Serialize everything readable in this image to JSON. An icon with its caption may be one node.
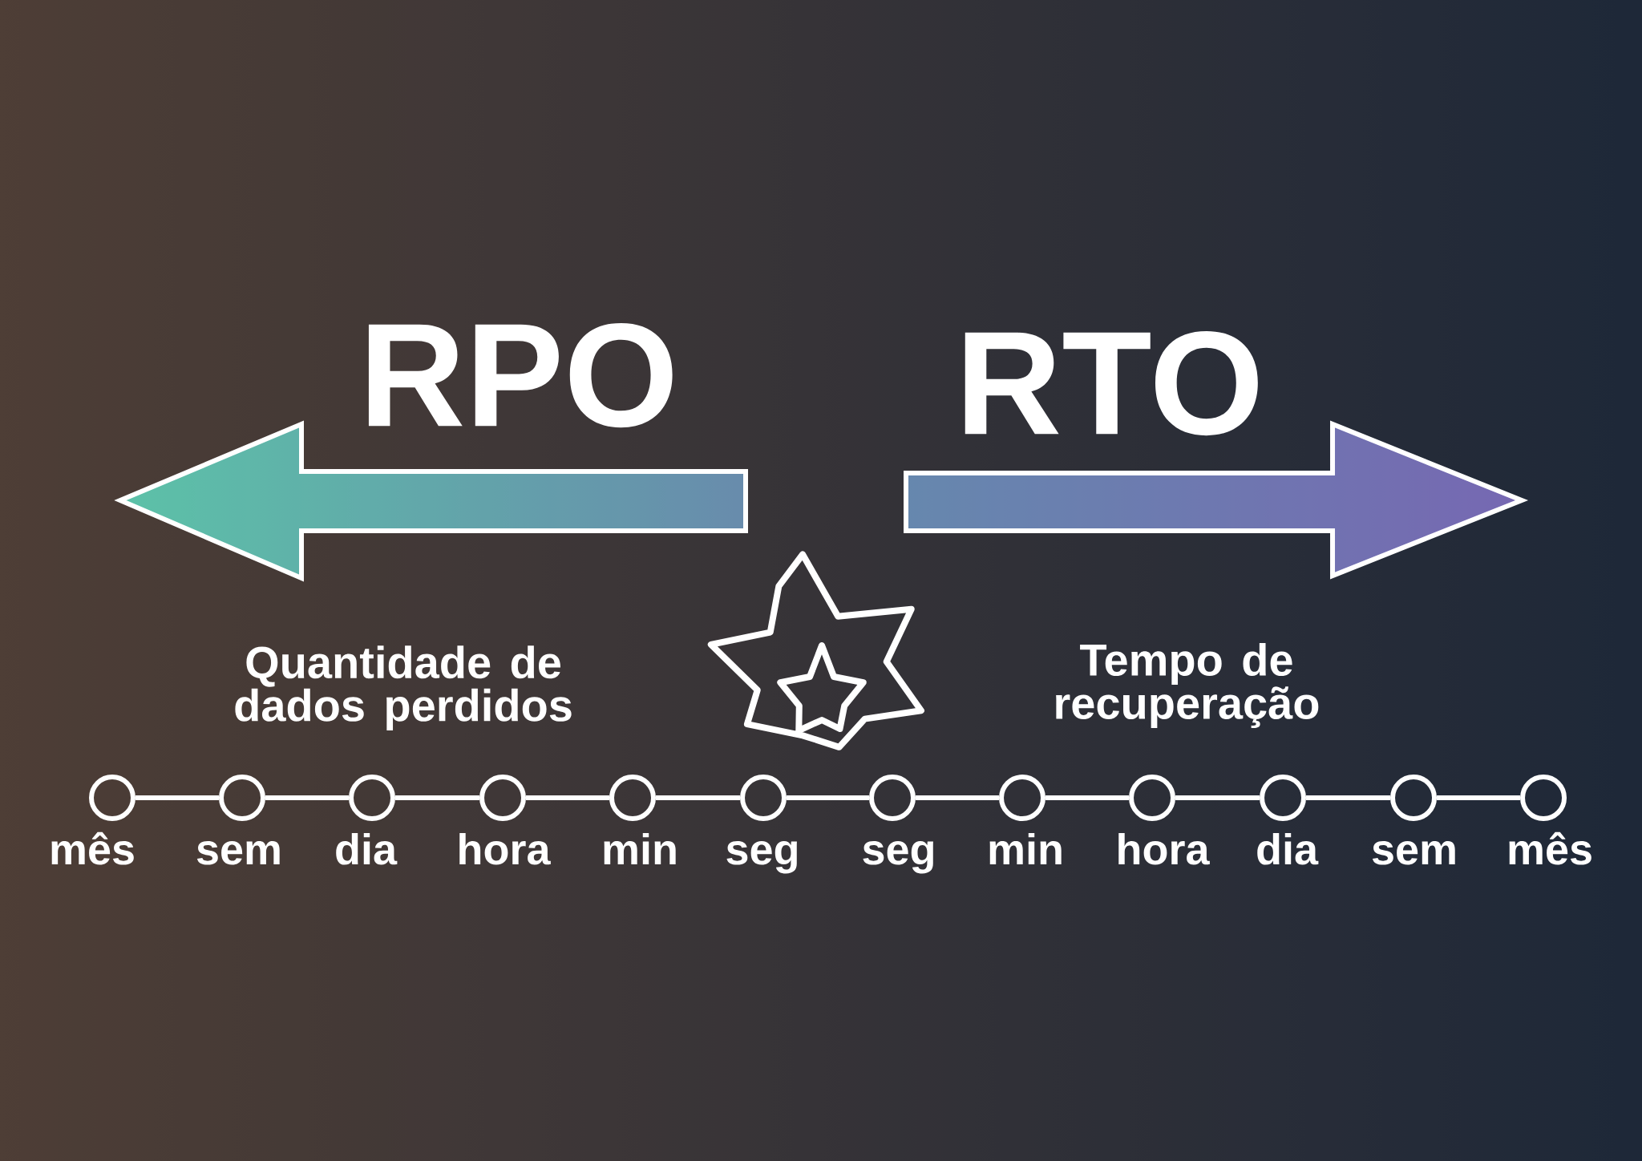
{
  "diagram": {
    "nodes": [
      {
        "text": [],
        "shape": "circle",
        "beside": [
          "mês"
        ]
      },
      {
        "text": [],
        "shape": "circle",
        "beside": [
          "sem"
        ]
      },
      {
        "text": [],
        "shape": "circle",
        "beside": [
          "dia"
        ]
      },
      {
        "text": [],
        "shape": "circle",
        "beside": [
          "hora"
        ]
      },
      {
        "text": [],
        "shape": "circle",
        "beside": [
          "min"
        ]
      },
      {
        "text": [],
        "shape": "circle",
        "beside": [
          "seg"
        ]
      },
      {
        "text": [],
        "shape": "circle",
        "beside": [
          "seg"
        ]
      },
      {
        "text": [],
        "shape": "circle",
        "beside": [
          "min"
        ]
      },
      {
        "text": [],
        "shape": "circle",
        "beside": [
          "hora"
        ]
      },
      {
        "text": [],
        "shape": "circle",
        "beside": [
          "dia"
        ]
      },
      {
        "text": [],
        "shape": "circle",
        "beside": [
          "sem"
        ]
      },
      {
        "text": [],
        "shape": "circle",
        "beside": [
          "mês"
        ]
      }
    ],
    "edges": [
      {
        "from": 0,
        "to": 1,
        "arrow": "none"
      },
      {
        "from": 1,
        "to": 2,
        "arrow": "none"
      },
      {
        "from": 2,
        "to": 3,
        "arrow": "none"
      },
      {
        "from": 3,
        "to": 4,
        "arrow": "none"
      },
      {
        "from": 4,
        "to": 5,
        "arrow": "none"
      },
      {
        "from": 5,
        "to": 6,
        "arrow": "none"
      },
      {
        "from": 6,
        "to": 7,
        "arrow": "none"
      },
      {
        "from": 7,
        "to": 8,
        "arrow": "none"
      },
      {
        "from": 8,
        "to": 9,
        "arrow": "none"
      },
      {
        "from": 9,
        "to": 10,
        "arrow": "none"
      },
      {
        "from": 10,
        "to": 11,
        "arrow": "none"
      }
    ],
    "labels": [
      "RPO",
      "RTO",
      "Quantidade de dados perdidos",
      "Tempo de recuperação"
    ]
  }
}
